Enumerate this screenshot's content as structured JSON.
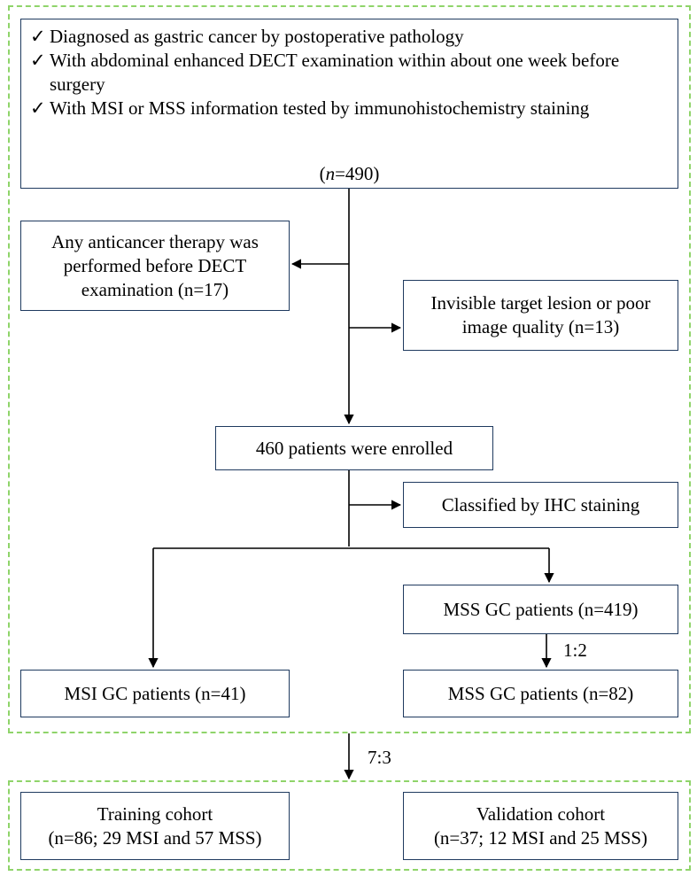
{
  "inclusion": {
    "items": [
      {
        "check": "✓",
        "text": "Diagnosed as gastric cancer by postoperative pathology"
      },
      {
        "check": "✓",
        "text": "With abdominal enhanced DECT examination within about one week before surgery"
      },
      {
        "check": "✓",
        "text": "With MSI or MSS information tested by immunohistochemistry staining"
      }
    ],
    "count_prefix": "(",
    "count_var": "n",
    "count_rest": "=490)"
  },
  "exclusion1": "Any anticancer therapy was performed before DECT examination (n=17)",
  "exclusion2": "Invisible target lesion or poor image quality (n=13)",
  "enrolled": "460 patients were enrolled",
  "classified": "Classified by IHC staining",
  "mss_all": "MSS GC patients (n=419)",
  "ratio_match": "1:2",
  "msi": "MSI GC patients (n=41)",
  "mss_matched": "MSS GC patients (n=82)",
  "ratio_split": "7:3",
  "training": {
    "title": "Training cohort",
    "detail": "(n=86; 29 MSI and 57 MSS)"
  },
  "validation": {
    "title": "Validation cohort",
    "detail": "(n=37; 12 MSI and 25 MSS)"
  },
  "colors": {
    "dashed_border": "#8fd46a",
    "box_border": "#1f3a5f",
    "arrow": "#000000"
  }
}
